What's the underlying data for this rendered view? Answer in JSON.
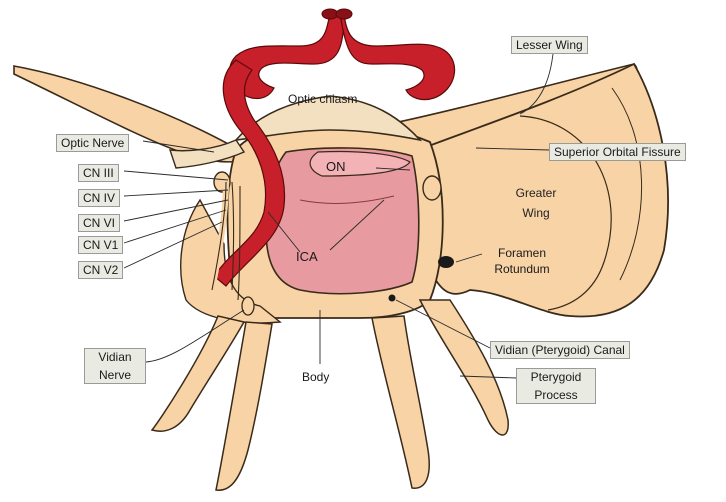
{
  "labels": {
    "optic_chiasm": "Optic chiasm",
    "lesser_wing": "Lesser Wing",
    "optic_nerve": "Optic Nerve",
    "superior_orbital_fissure": "Superior Orbital Fissure",
    "cn_iii": "CN III",
    "cn_iv": "CN IV",
    "cn_vi": "CN VI",
    "cn_v1": "CN V1",
    "cn_v2": "CN V2",
    "on": "ON",
    "ica": "ICA",
    "greater_wing_line1": "Greater",
    "greater_wing_line2": "Wing",
    "foramen_line1": "Foramen",
    "foramen_line2": "Rotundum",
    "vidian_nerve_line1": "Vidian",
    "vidian_nerve_line2": "Nerve",
    "body": "Body",
    "vidian_canal": "Vidian (Pterygoid) Canal",
    "pterygoid_line1": "Pterygoid",
    "pterygoid_line2": "Process"
  },
  "colors": {
    "bone": "#f7d3a6",
    "bone_outline": "#3a2a1a",
    "artery": "#c8202a",
    "sella": "#e79aa0",
    "nerve": "#f3e0c0"
  }
}
